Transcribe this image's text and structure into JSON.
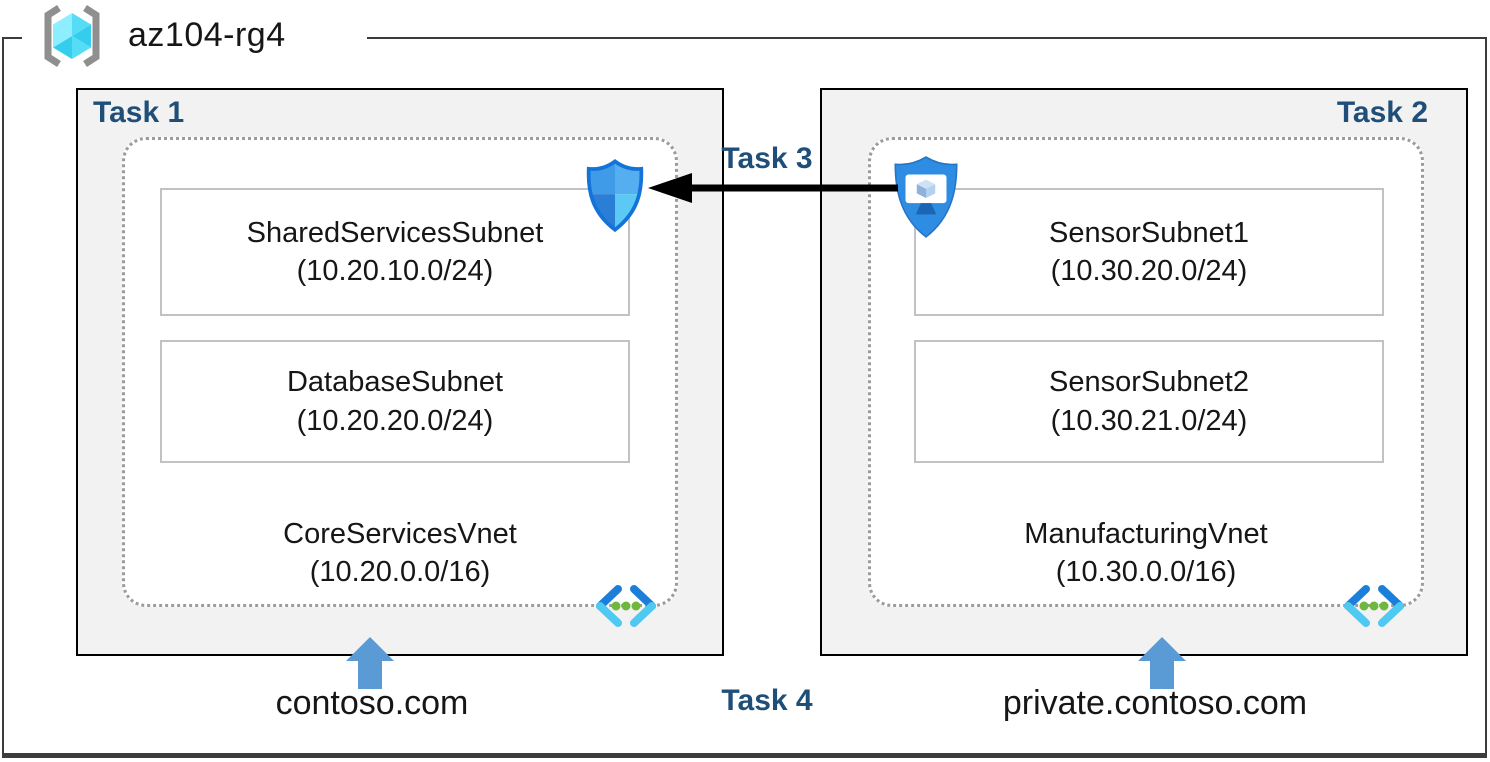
{
  "resource_group": {
    "name": "az104-rg4"
  },
  "tasks": {
    "t1": "Task 1",
    "t2": "Task 2",
    "t3": "Task 3",
    "t4": "Task 4"
  },
  "left": {
    "vnet_name": "CoreServicesVnet",
    "vnet_cidr": "(10.20.0.0/16)",
    "dns_zone": "contoso.com",
    "subnets": [
      {
        "name": "SharedServicesSubnet",
        "cidr": "(10.20.10.0/24)"
      },
      {
        "name": "DatabaseSubnet",
        "cidr": "(10.20.20.0/24)"
      }
    ]
  },
  "right": {
    "vnet_name": "ManufacturingVnet",
    "vnet_cidr": "(10.30.0.0/16)",
    "dns_zone": "private.contoso.com",
    "subnets": [
      {
        "name": "SensorSubnet1",
        "cidr": "(10.30.20.0/24)"
      },
      {
        "name": "SensorSubnet2",
        "cidr": "(10.30.21.0/24)"
      }
    ]
  },
  "icons": {
    "resource_group": "azure-resource-group",
    "network_security_group": "network-security-group-shield",
    "bastion": "azure-bastion-shield",
    "virtual_network": "azure-virtual-network-brackets"
  },
  "colors": {
    "task_label": "#1F4E79",
    "container_fill": "#F2F2F2",
    "container_border": "#000000",
    "up_arrow_blue": "#5B9BD5",
    "task3_arrow": "#000000",
    "dotted_border": "#9c9c9c"
  }
}
